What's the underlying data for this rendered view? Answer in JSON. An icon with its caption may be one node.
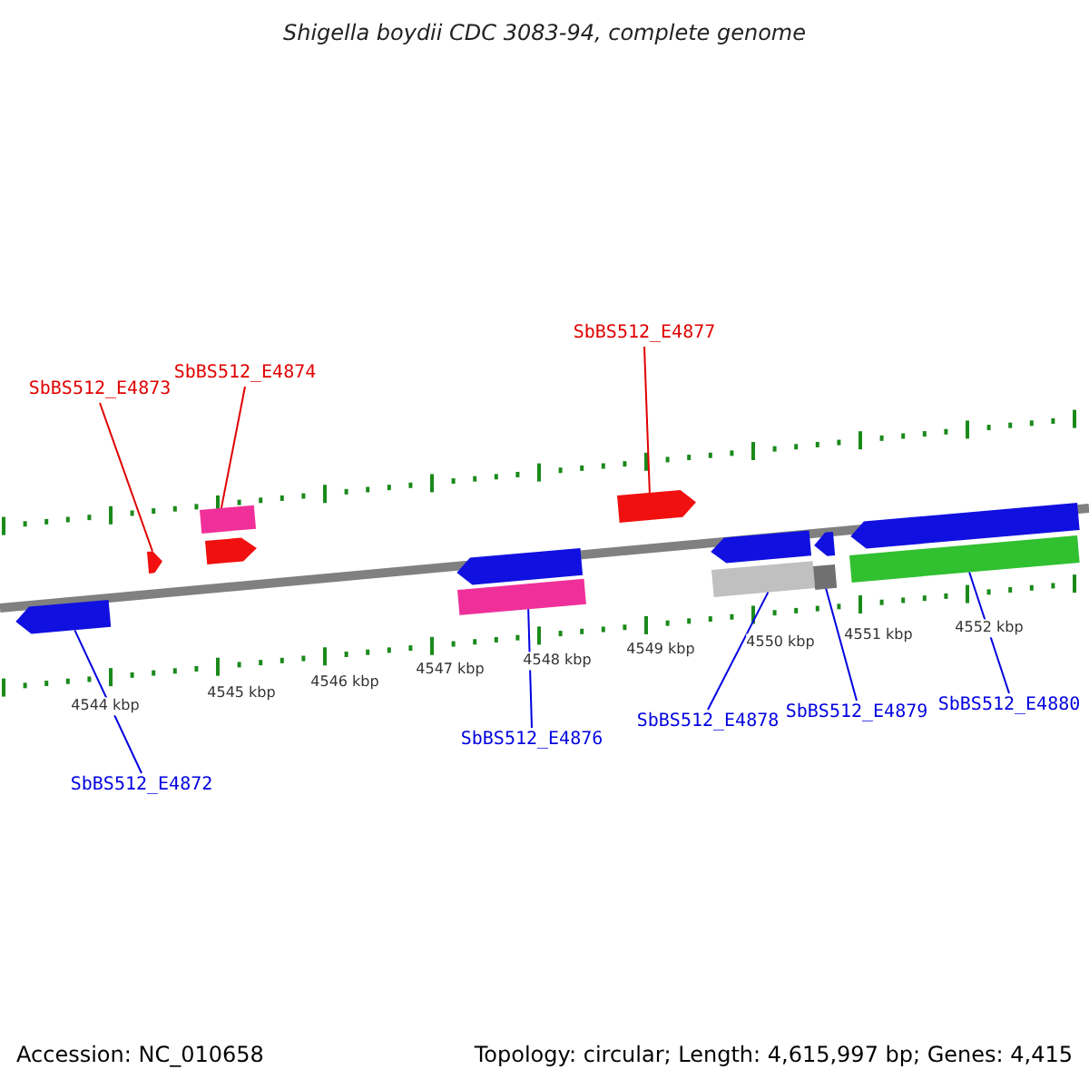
{
  "diagram": {
    "title": "Shigella boydii CDC 3083-94, complete genome",
    "nodes": [
      {
        "text": [
          "SbBS512_E4873"
        ]
      },
      {
        "text": [
          "SbBS512_E4874"
        ]
      },
      {
        "text": [
          "SbBS512_E4877"
        ]
      },
      {
        "text": [
          "SbBS512_E4872"
        ]
      },
      {
        "text": [
          "SbBS512_E4876"
        ]
      },
      {
        "text": [
          "SbBS512_E4878"
        ]
      },
      {
        "text": [
          "SbBS512_E4879"
        ]
      },
      {
        "text": [
          "SbBS512_E4880"
        ]
      },
      {
        "text": [],
        "shape": "pentagon"
      },
      {
        "text": [],
        "shape": "pentagon"
      },
      {
        "text": [],
        "shape": "bar"
      },
      {
        "text": [],
        "shape": "pentagon"
      },
      {
        "text": [],
        "shape": "pentagon"
      },
      {
        "text": [],
        "shape": "bar"
      },
      {
        "text": [],
        "shape": "pentagon"
      },
      {
        "text": [],
        "shape": "pentagon"
      },
      {
        "text": [],
        "shape": "bar"
      },
      {
        "text": [],
        "shape": "pentagon"
      },
      {
        "text": [],
        "shape": "bar"
      },
      {
        "text": [],
        "shape": "pentagon"
      },
      {
        "text": [],
        "shape": "bar"
      }
    ],
    "edges": [
      {
        "from": 0,
        "to": 9,
        "arrow": "none",
        "color": "#e00000"
      },
      {
        "from": 1,
        "to": 10,
        "arrow": "none",
        "color": "#e00000"
      },
      {
        "from": 2,
        "to": 14,
        "arrow": "none",
        "color": "#e00000"
      },
      {
        "from": 3,
        "to": 8,
        "arrow": "none"
      },
      {
        "from": 4,
        "to": 13,
        "arrow": "none"
      },
      {
        "from": 5,
        "to": 16,
        "arrow": "none"
      },
      {
        "from": 6,
        "to": 18,
        "arrow": "none"
      },
      {
        "from": 7,
        "to": 20,
        "arrow": "none"
      }
    ],
    "labels": [
      "4544 kbp",
      "4545 kbp",
      "4546 kbp",
      "4547 kbp",
      "4548 kbp",
      "4549 kbp",
      "4550 kbp",
      "4551 kbp",
      "4552 kbp",
      "Accession: NC_010658",
      "Topology: circular; Length: 4,615,997 bp; Genes: 4,415"
    ]
  }
}
